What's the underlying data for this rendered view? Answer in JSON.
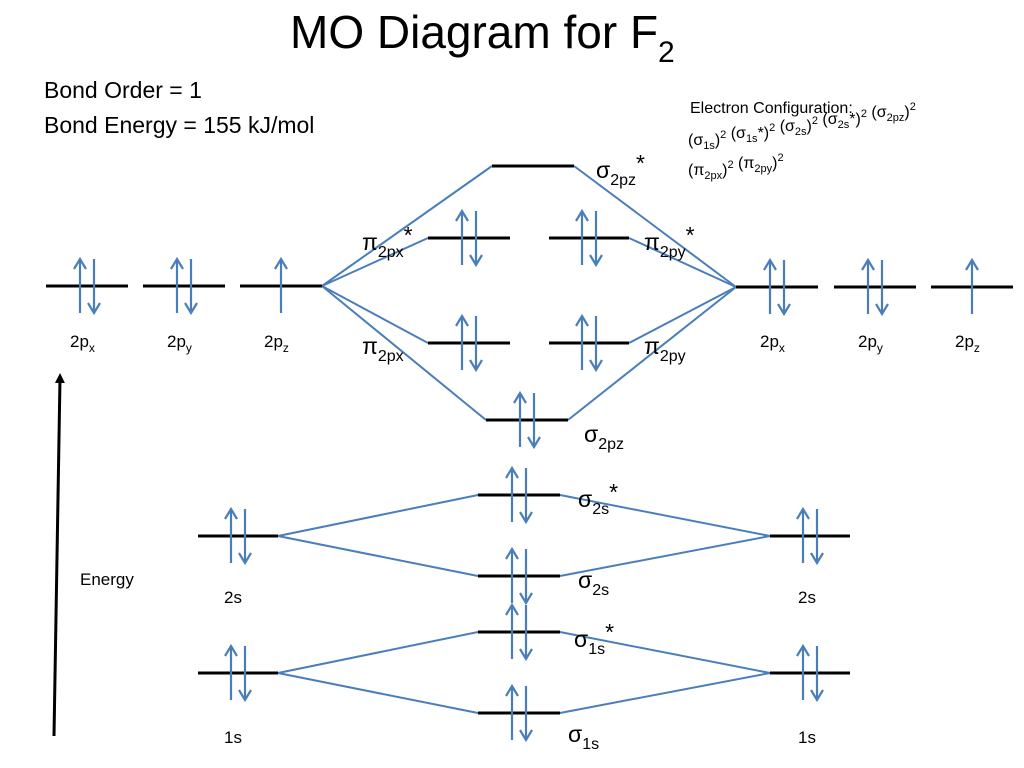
{
  "title": {
    "main": "MO Diagram for F",
    "sub": "2"
  },
  "bond_order": "Bond Order = 1",
  "bond_energy": "Bond Energy = 155 kJ/mol",
  "electron_config": {
    "heading": "Electron Configuration:",
    "line1": [
      {
        "sym": "(σ",
        "sub": "1s",
        "close": ")",
        "sup": "2"
      },
      {
        "sym": "(σ",
        "sub": "1s",
        "close": "*)",
        "sup": "2"
      },
      {
        "sym": "(σ",
        "sub": "2s",
        "close": ")",
        "sup": "2"
      },
      {
        "sym": "(σ",
        "sub": "2s",
        "close": "*)",
        "sup": "2"
      },
      {
        "sym": "(σ",
        "sub": "2pz",
        "close": ")",
        "sup": "2"
      }
    ],
    "line2": [
      {
        "sym": "(π",
        "sub": "2px",
        "close": ")",
        "sup": "2"
      },
      {
        "sym": "(π",
        "sub": "2py",
        "close": ")",
        "sup": "2"
      }
    ]
  },
  "axis_label": "Energy",
  "colors": {
    "level": "#000000",
    "electron": "#4a7ebb",
    "connector": "#4a7ebb",
    "text": "#000000"
  },
  "atomic_orbitals": [
    {
      "id": "L-2px",
      "base": "2p",
      "sub": "x",
      "electrons": 2
    },
    {
      "id": "L-2py",
      "base": "2p",
      "sub": "y",
      "electrons": 2
    },
    {
      "id": "L-2pz",
      "base": "2p",
      "sub": "z",
      "electrons": 1
    },
    {
      "id": "R-2px",
      "base": "2p",
      "sub": "x",
      "electrons": 2
    },
    {
      "id": "R-2py",
      "base": "2p",
      "sub": "y",
      "electrons": 2
    },
    {
      "id": "R-2pz",
      "base": "2p",
      "sub": "z",
      "electrons": 1
    },
    {
      "id": "L-2s",
      "base": "2s",
      "sub": "",
      "electrons": 2
    },
    {
      "id": "R-2s",
      "base": "2s",
      "sub": "",
      "electrons": 2
    },
    {
      "id": "L-1s",
      "base": "1s",
      "sub": "",
      "electrons": 2
    },
    {
      "id": "R-1s",
      "base": "1s",
      "sub": "",
      "electrons": 2
    }
  ],
  "molecular_orbitals": [
    {
      "id": "sigma2pz-star",
      "sym": "σ",
      "sub": "2pz",
      "star": "*",
      "electrons": 0
    },
    {
      "id": "pi2px-star",
      "sym": "π",
      "sub": "2px",
      "star": "*",
      "electrons": 2
    },
    {
      "id": "pi2py-star",
      "sym": "π",
      "sub": "2py",
      "star": "*",
      "electrons": 2
    },
    {
      "id": "pi2px",
      "sym": "π",
      "sub": "2px",
      "star": "",
      "electrons": 2
    },
    {
      "id": "pi2py",
      "sym": "π",
      "sub": "2py",
      "star": "",
      "electrons": 2
    },
    {
      "id": "sigma2pz",
      "sym": "σ",
      "sub": "2pz",
      "star": "",
      "electrons": 2
    },
    {
      "id": "sigma2s-star",
      "sym": "σ",
      "sub": "2s",
      "star": "*",
      "electrons": 2
    },
    {
      "id": "sigma2s",
      "sym": "σ",
      "sub": "2s",
      "star": "",
      "electrons": 2
    },
    {
      "id": "sigma1s-star",
      "sym": "σ",
      "sub": "1s",
      "star": "*",
      "electrons": 2
    },
    {
      "id": "sigma1s",
      "sym": "σ",
      "sub": "1s",
      "star": "",
      "electrons": 2
    }
  ]
}
